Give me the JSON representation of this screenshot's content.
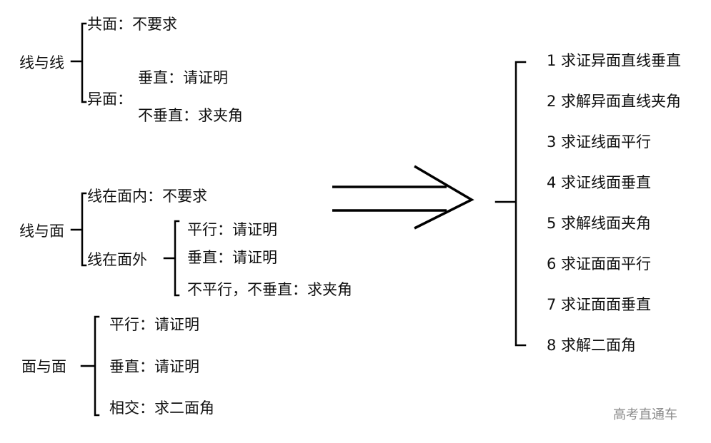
{
  "groups": {
    "line_line": {
      "label": "线与线",
      "coplanar": "共面：不要求",
      "skew": "异面：",
      "skew_perp": "垂直：请证明",
      "skew_not_perp": "不垂直：求夹角"
    },
    "line_plane": {
      "label": "线与面",
      "in_plane": "线在面内：不要求",
      "out_plane": "线在面外",
      "parallel": "平行：请证明",
      "perp": "垂直：请证明",
      "neither": "不平行，不垂直：求夹角"
    },
    "plane_plane": {
      "label": "面与面",
      "parallel": "平行：请证明",
      "perp": "垂直：请证明",
      "intersect": "相交：求二面角"
    }
  },
  "summary": [
    "1 求证异面直线垂直",
    "2 求解异面直线夹角",
    "3 求证线面平行",
    "4 求证线面垂直",
    "5 求解线面夹角",
    "6 求证面面平行",
    "7 求证面面垂直",
    "8 求解二面角"
  ],
  "watermark": "高考直通车"
}
